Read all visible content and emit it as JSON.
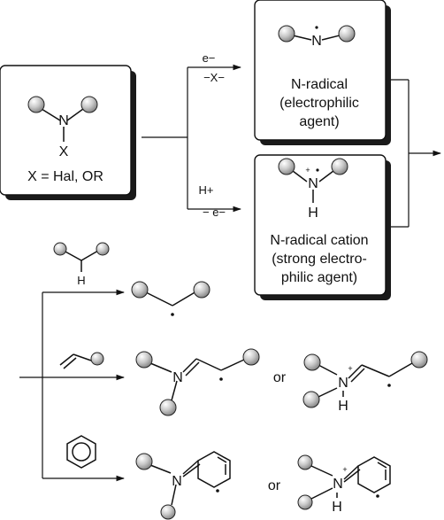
{
  "reagent_box": {
    "atom_N": "N",
    "atom_X": "X",
    "caption": "X = Hal, OR"
  },
  "path_upper": {
    "label_top": "e−",
    "label_bottom": "−X−"
  },
  "path_lower": {
    "label_top": "H+",
    "label_bottom": "− e−"
  },
  "n_radical_box": {
    "atom_N": "N",
    "line1": "N-radical",
    "line2": "(electrophilic",
    "line3": "agent)"
  },
  "n_radical_cation_box": {
    "atom_N": "N",
    "atom_H": "H",
    "plus": "+",
    "line1": "N-radical cation",
    "line2": "(strong electro-",
    "line3": "philic agent)"
  },
  "substrates": {
    "alkane_H": "H"
  },
  "products": {
    "amine_N": "N",
    "ammonium_N": "N",
    "ammonium_H": "H",
    "plus": "+",
    "or_1": "or",
    "or_2": "or"
  }
}
